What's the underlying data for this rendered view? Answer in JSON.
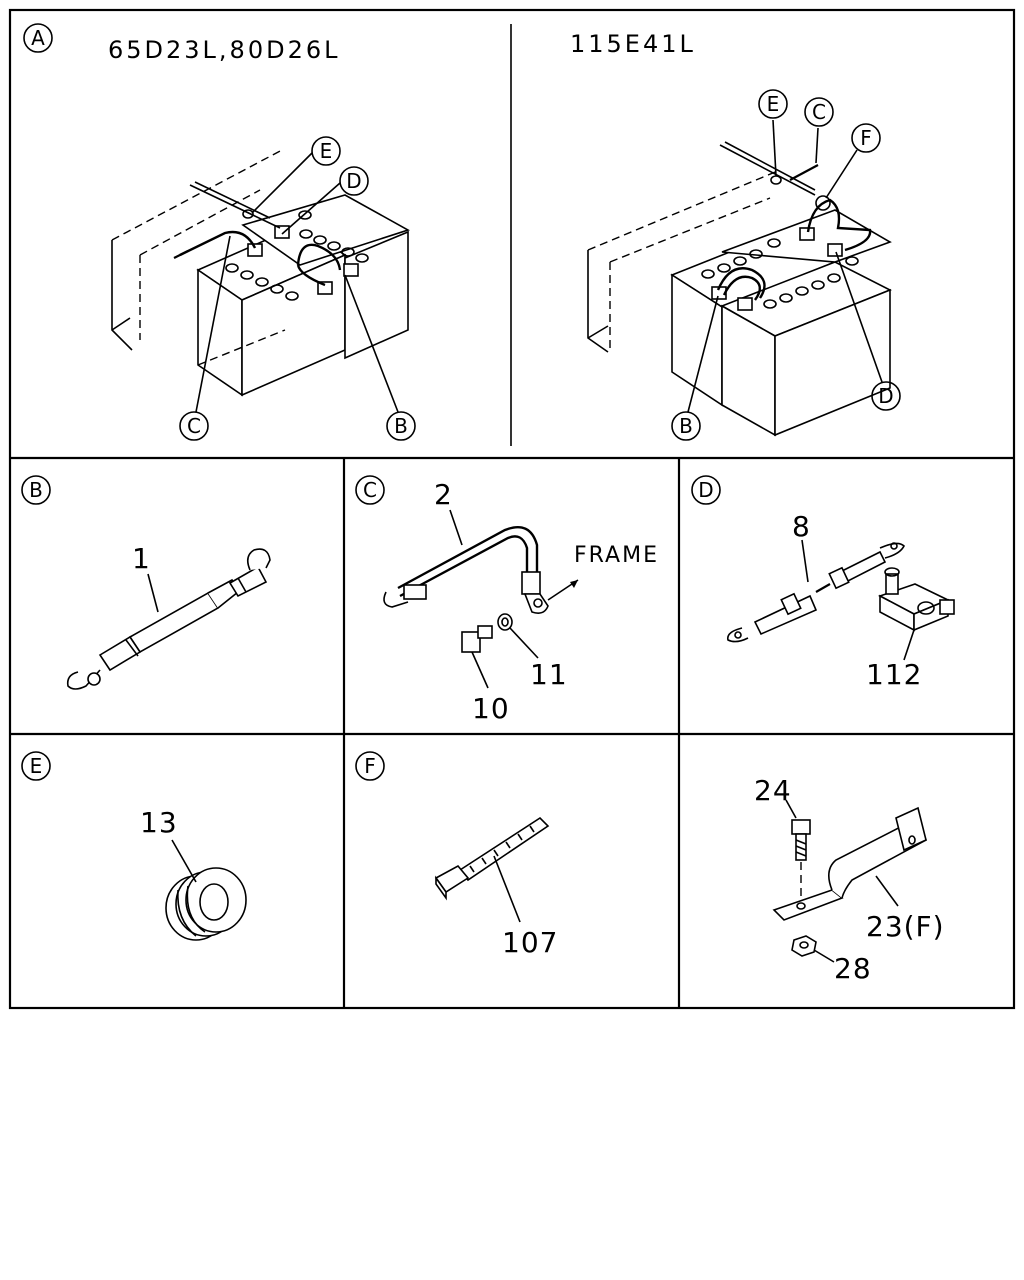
{
  "panels": {
    "A": {
      "badge": "A",
      "left_title": "65D23L,80D26L",
      "right_title": "115E41L",
      "left_callouts": [
        "E",
        "D",
        "C",
        "B"
      ],
      "right_callouts": [
        "E",
        "C",
        "F",
        "B",
        "D"
      ]
    },
    "B": {
      "badge": "B",
      "parts": [
        "1"
      ]
    },
    "C": {
      "badge": "C",
      "parts": [
        "2",
        "11",
        "10"
      ],
      "frame_label": "FRAME"
    },
    "D": {
      "badge": "D",
      "parts": [
        "8",
        "112"
      ]
    },
    "E": {
      "badge": "E",
      "parts": [
        "13"
      ]
    },
    "F": {
      "badge": "F",
      "parts": [
        "107"
      ]
    },
    "G": {
      "parts": [
        "24",
        "23(F)",
        "28"
      ]
    }
  }
}
